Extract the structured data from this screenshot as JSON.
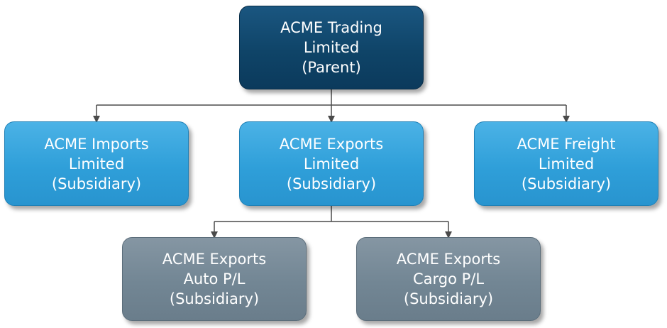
{
  "diagram": {
    "colors": {
      "parent": "#0f4468",
      "subsidiary_level_1": "#2f9fd9",
      "subsidiary_level_2": "#728694",
      "connector": "#4a4a4a"
    },
    "nodes": {
      "parent": {
        "line1": "ACME Trading",
        "line2": "Limited",
        "line3": "(Parent)"
      },
      "imports": {
        "line1": "ACME Imports",
        "line2": "Limited",
        "line3": "(Subsidiary)"
      },
      "exports": {
        "line1": "ACME Exports",
        "line2": "Limited",
        "line3": "(Subsidiary)"
      },
      "freight": {
        "line1": "ACME Freight",
        "line2": "Limited",
        "line3": "(Subsidiary)"
      },
      "exports_auto": {
        "line1": "ACME Exports",
        "line2": "Auto P/L",
        "line3": "(Subsidiary)"
      },
      "exports_cargo": {
        "line1": "ACME Exports",
        "line2": "Cargo P/L",
        "line3": "(Subsidiary)"
      }
    },
    "edges": [
      {
        "from": "parent",
        "to": "imports"
      },
      {
        "from": "parent",
        "to": "exports"
      },
      {
        "from": "parent",
        "to": "freight"
      },
      {
        "from": "exports",
        "to": "exports_auto"
      },
      {
        "from": "exports",
        "to": "exports_cargo"
      }
    ]
  }
}
